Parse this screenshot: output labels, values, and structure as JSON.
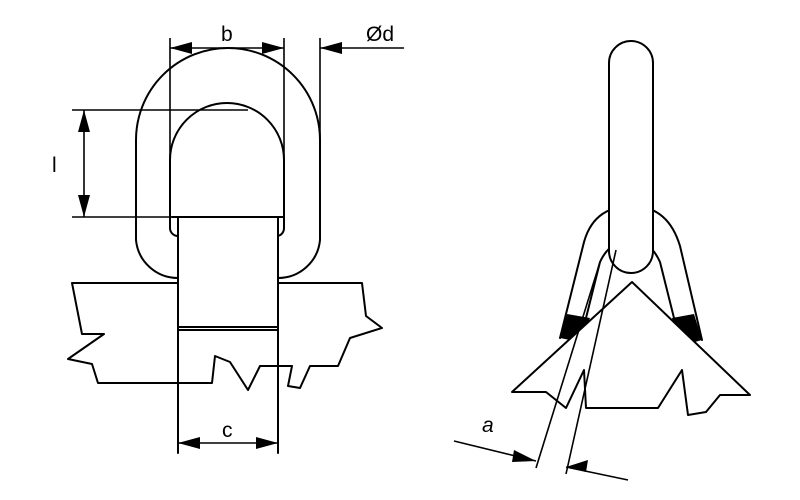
{
  "dimensions": {
    "b": "b",
    "d": "Ød",
    "l": "l",
    "c": "c",
    "a": "a"
  },
  "colors": {
    "line": "#000000",
    "background": "#ffffff"
  }
}
